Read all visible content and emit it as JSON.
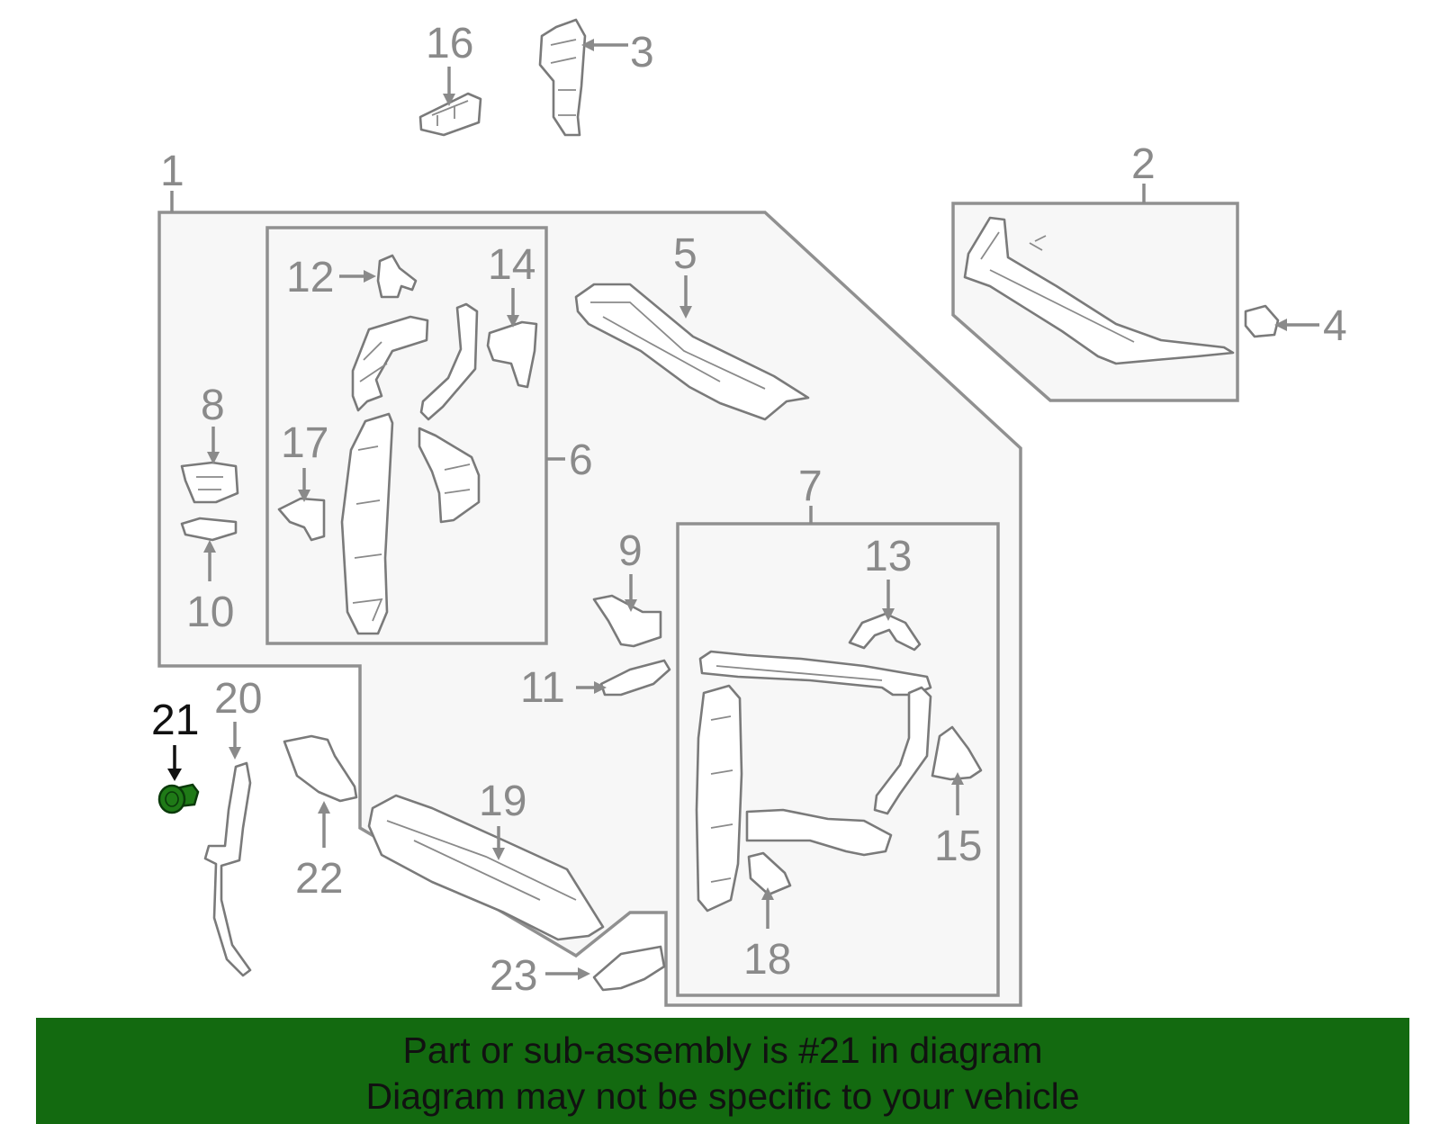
{
  "colors": {
    "banner_background": "#136a10",
    "highlighted_part": "#1f7a17",
    "line_gray": "#909090"
  },
  "callouts": {
    "c1": "1",
    "c2": "2",
    "c3": "3",
    "c4": "4",
    "c5": "5",
    "c6": "6",
    "c7": "7",
    "c8": "8",
    "c9": "9",
    "c10": "10",
    "c11": "11",
    "c12": "12",
    "c13": "13",
    "c14": "14",
    "c15": "15",
    "c16": "16",
    "c17": "17",
    "c18": "18",
    "c19": "19",
    "c20": "20",
    "c21": "21",
    "c22": "22",
    "c23": "23"
  },
  "highlighted_callout": "21",
  "banner": {
    "line1": "Part or sub-assembly is #21 in diagram",
    "line2": "Diagram may not be specific to your vehicle"
  }
}
